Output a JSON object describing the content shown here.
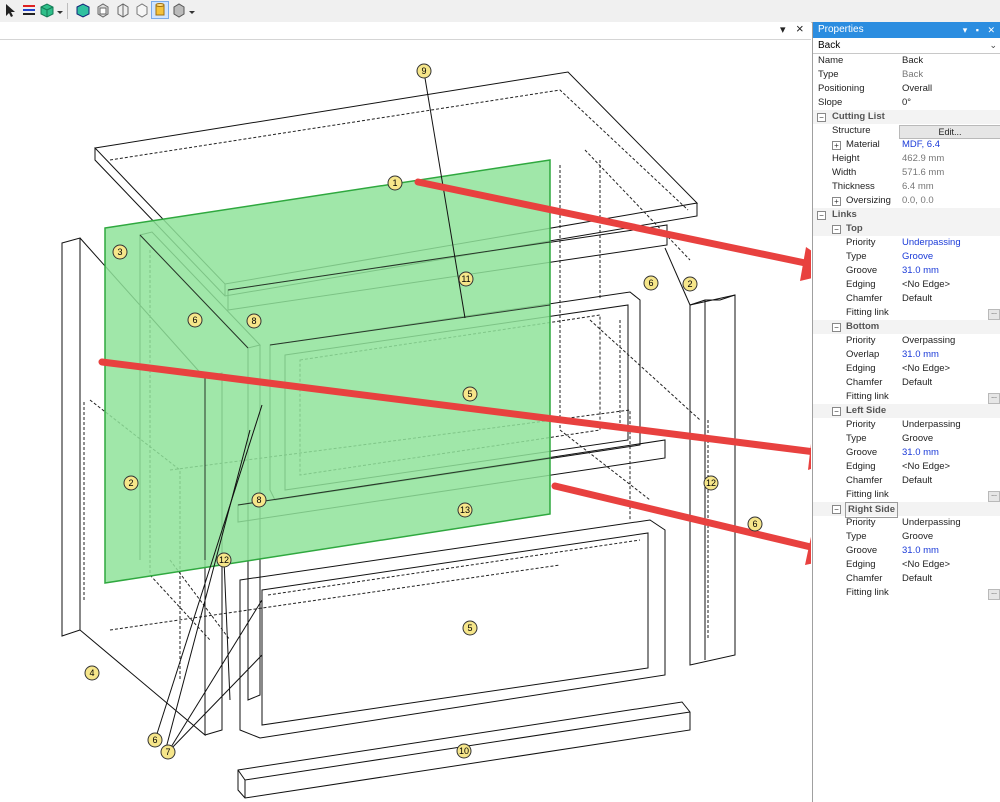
{
  "toolbar": {
    "icons": [
      "pointer-icon",
      "color-bars-icon",
      "cube-view-icon",
      "dropdown-arrow-icon",
      "iso-cube-icon",
      "front-cube-icon",
      "side-cube-icon",
      "transparent-cube-icon",
      "cylinder-icon",
      "solid-cube-icon",
      "dropdown-arrow-icon"
    ]
  },
  "viewport": {
    "pin_glyph": "▾",
    "close_glyph": "×"
  },
  "callouts": {
    "c1": "1",
    "c2a": "2",
    "c2b": "2",
    "c3": "3",
    "c4": "4",
    "c5a": "5",
    "c5b": "5",
    "c6a": "6",
    "c6b": "6",
    "c6c": "6",
    "c6d": "6",
    "c7": "7",
    "c8a": "8",
    "c8b": "8",
    "c9": "9",
    "c10": "10",
    "c11": "11",
    "c12a": "12",
    "c12b": "12",
    "c13": "13"
  },
  "properties": {
    "title": "Properties",
    "selected": "Back",
    "rows": {
      "name": {
        "label": "Name",
        "value": "Back"
      },
      "type": {
        "label": "Type",
        "value": "Back"
      },
      "positioning": {
        "label": "Positioning",
        "value": "Overall"
      },
      "slope": {
        "label": "Slope",
        "value": "0°"
      },
      "cutting_list": {
        "label": "Cutting List"
      },
      "structure": {
        "label": "Structure",
        "button": "Edit..."
      },
      "material": {
        "label": "Material",
        "value": "MDF, 6.4"
      },
      "height": {
        "label": "Height",
        "value": "462.9 mm"
      },
      "width": {
        "label": "Width",
        "value": "571.6 mm"
      },
      "thickness": {
        "label": "Thickness",
        "value": "6.4 mm"
      },
      "oversizing": {
        "label": "Oversizing",
        "value": "0.0, 0.0"
      },
      "links": {
        "label": "Links"
      },
      "top": {
        "label": "Top"
      },
      "top_priority": {
        "label": "Priority",
        "value": "Underpassing"
      },
      "top_type": {
        "label": "Type",
        "value": "Groove"
      },
      "top_groove": {
        "label": "Groove",
        "value": "31.0 mm"
      },
      "top_edging": {
        "label": "Edging",
        "value": "<No Edge>"
      },
      "top_chamfer": {
        "label": "Chamfer",
        "value": "Default"
      },
      "top_fitting": {
        "label": "Fitting link",
        "button": "..."
      },
      "bottom": {
        "label": "Bottom"
      },
      "bottom_priority": {
        "label": "Priority",
        "value": "Overpassing"
      },
      "bottom_overlap": {
        "label": "Overlap",
        "value": "31.0 mm"
      },
      "bottom_edging": {
        "label": "Edging",
        "value": "<No Edge>"
      },
      "bottom_chamfer": {
        "label": "Chamfer",
        "value": "Default"
      },
      "bottom_fitting": {
        "label": "Fitting link",
        "button": "..."
      },
      "left": {
        "label": "Left Side"
      },
      "left_priority": {
        "label": "Priority",
        "value": "Underpassing"
      },
      "left_type": {
        "label": "Type",
        "value": "Groove"
      },
      "left_groove": {
        "label": "Groove",
        "value": "31.0 mm"
      },
      "left_edging": {
        "label": "Edging",
        "value": "<No Edge>"
      },
      "left_chamfer": {
        "label": "Chamfer",
        "value": "Default"
      },
      "left_fitting": {
        "label": "Fitting link",
        "button": "..."
      },
      "right": {
        "label": "Right Side"
      },
      "right_priority": {
        "label": "Priority",
        "value": "Underpassing"
      },
      "right_type": {
        "label": "Type",
        "value": "Groove"
      },
      "right_groove": {
        "label": "Groove",
        "value": "31.0 mm"
      },
      "right_edging": {
        "label": "Edging",
        "value": "<No Edge>"
      },
      "right_chamfer": {
        "label": "Chamfer",
        "value": "Default"
      },
      "right_fitting": {
        "label": "Fitting link",
        "button": "..."
      }
    }
  },
  "colors": {
    "highlight_fill": "#8fe39a",
    "highlight_stroke": "#2fa83f",
    "arrow": "#e8413f",
    "callout_fill": "#f6e68a",
    "title_bar": "#2b8de0",
    "link_blue": "#1a3ad8"
  }
}
